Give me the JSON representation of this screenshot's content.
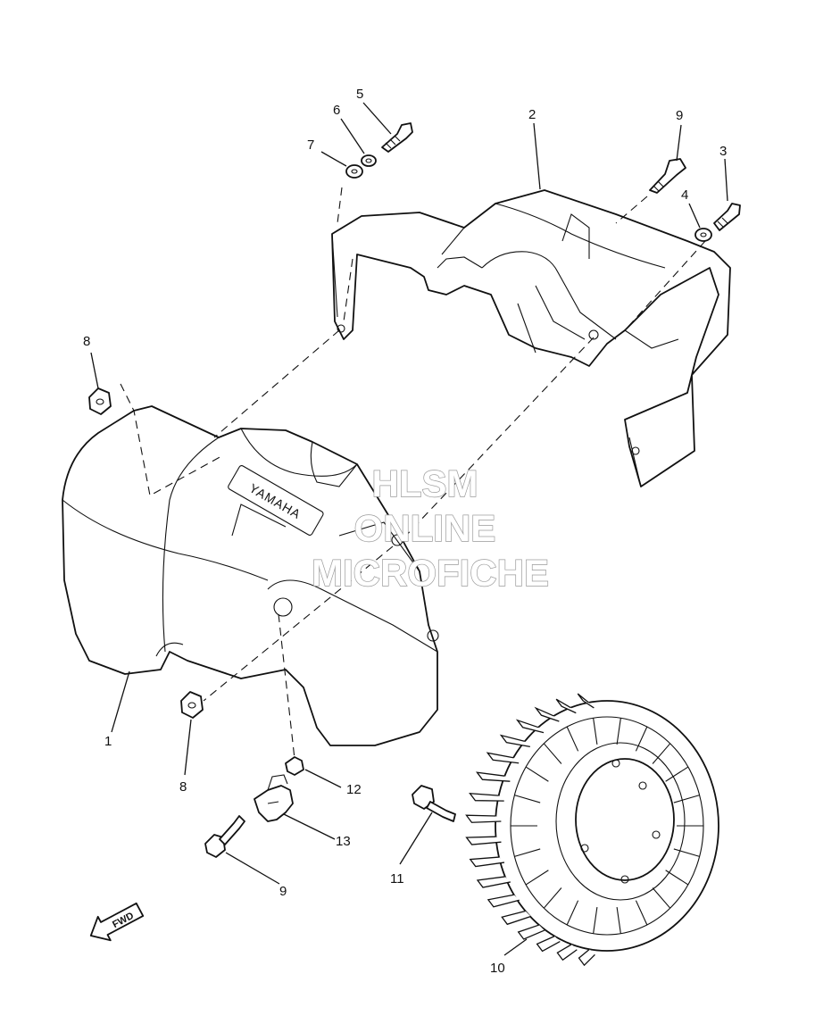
{
  "watermark": {
    "line1": "HLSM",
    "line2": "ONLINE",
    "line3": "MICROFICHE"
  },
  "brand_emboss": "YAMAHA",
  "fwd_arrow": "FWD",
  "callouts": {
    "c1": "1",
    "c2": "2",
    "c3": "3",
    "c4": "4",
    "c5": "5",
    "c6": "6",
    "c7": "7",
    "c8a": "8",
    "c8b": "8",
    "c9a": "9",
    "c9b": "9",
    "c10": "10",
    "c11": "11",
    "c12": "12",
    "c13": "13"
  }
}
